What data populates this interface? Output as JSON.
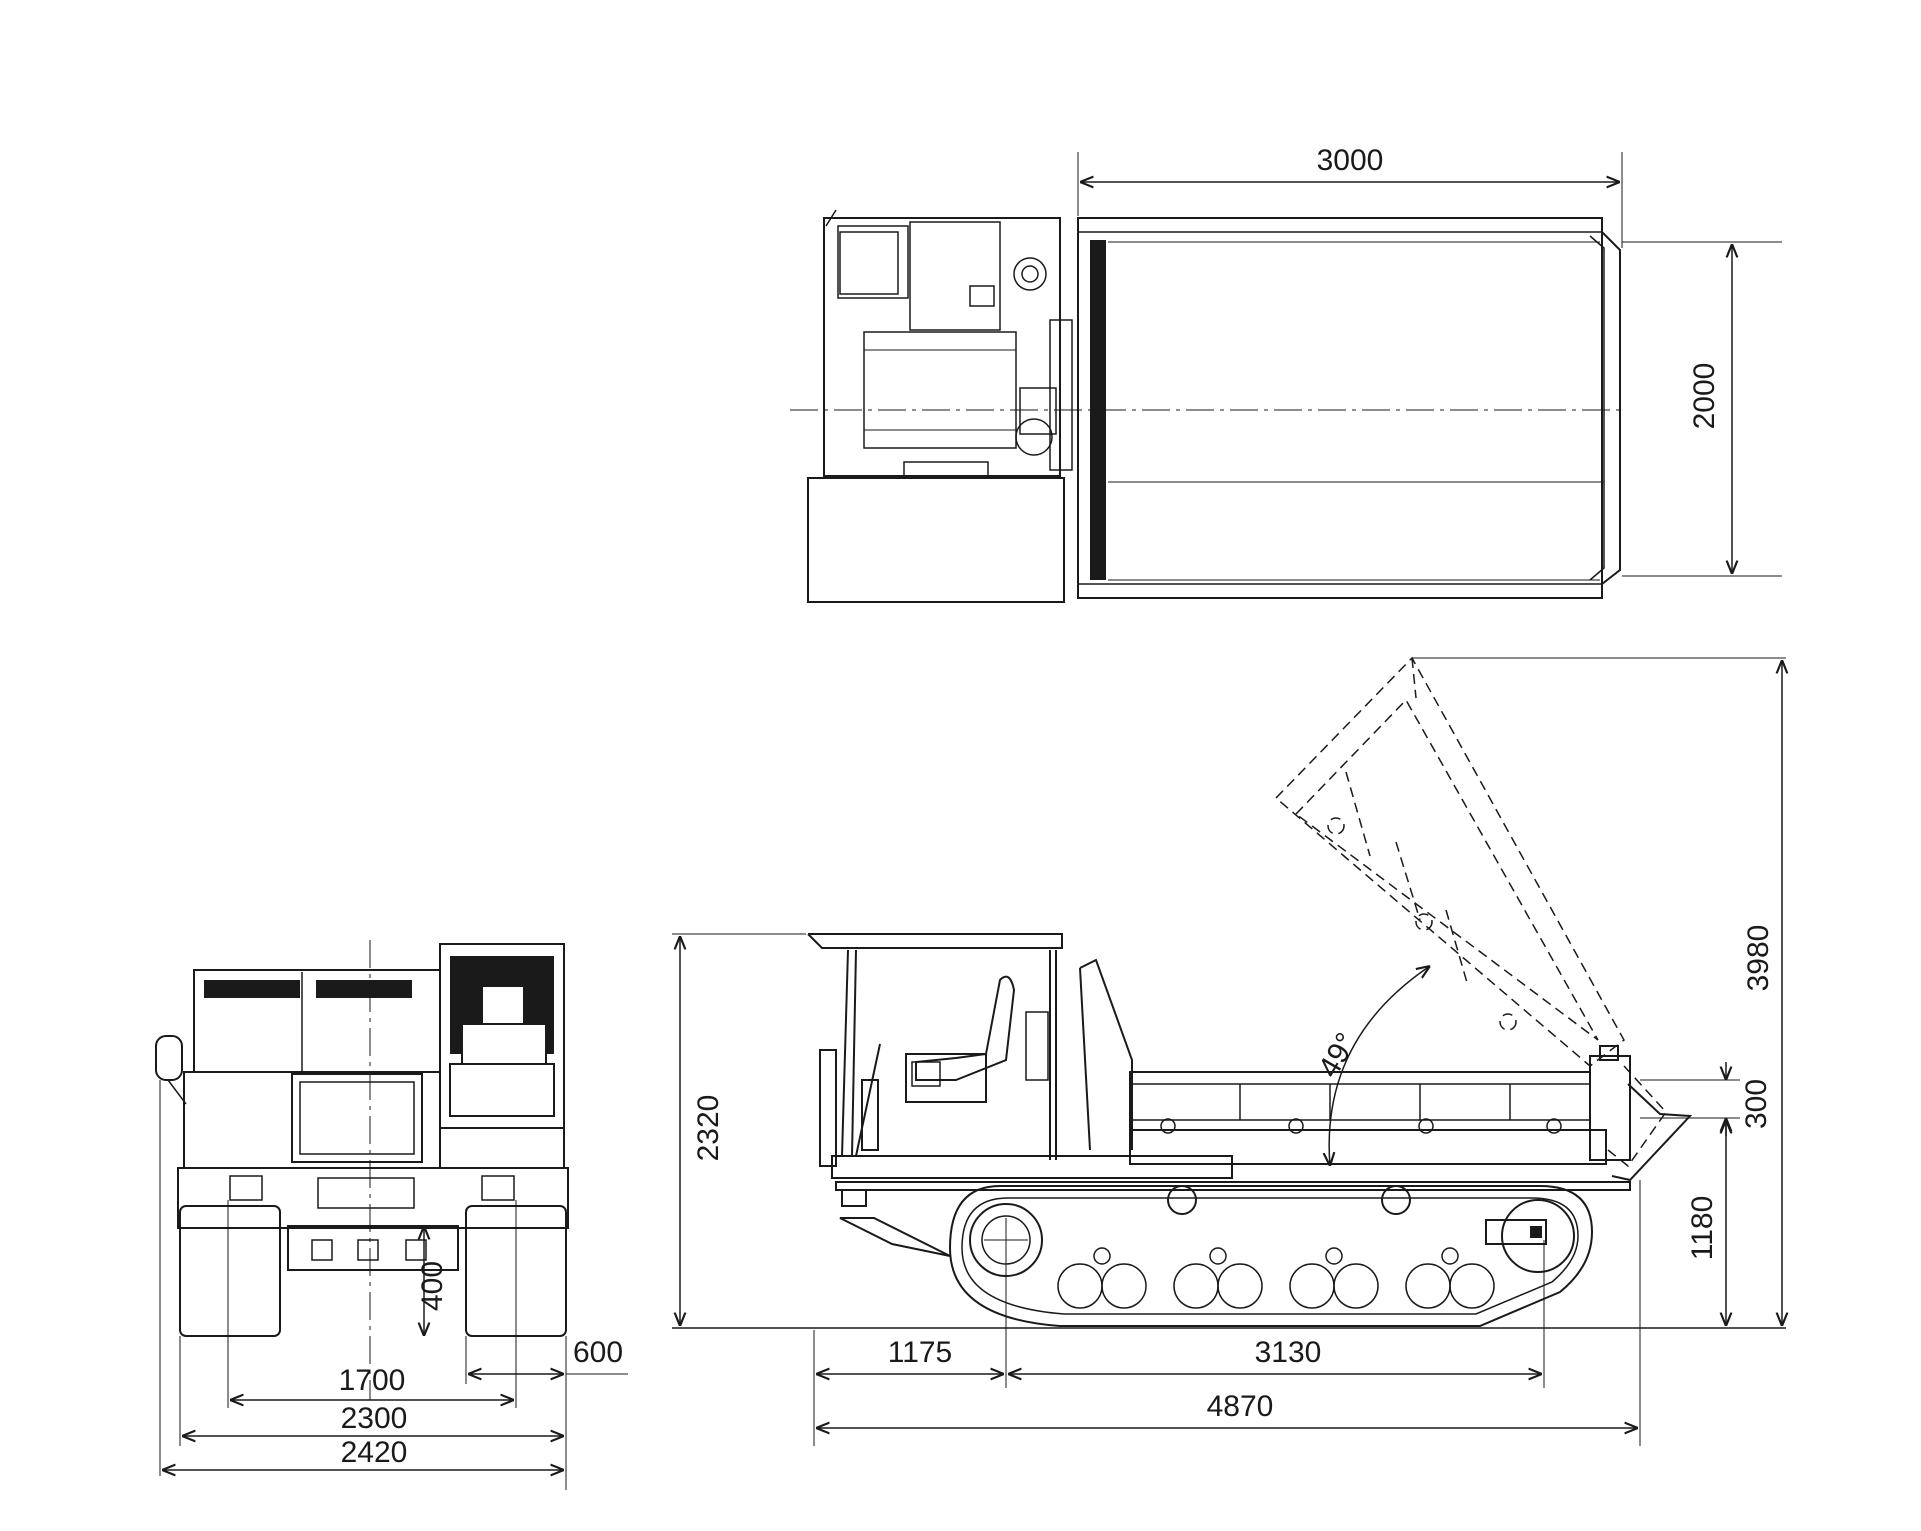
{
  "dimensions": {
    "top_bed_length": "3000",
    "top_bed_width": "2000",
    "side_overall_height": "3980",
    "side_cab_height": "2320",
    "side_tailgate_offset": "300",
    "side_bed_height": "1180",
    "side_front_overhang": "1175",
    "side_track_length": "3130",
    "side_overall_length": "4870",
    "front_ground_clearance": "400",
    "front_track_width": "600",
    "front_track_gauge": "1700",
    "front_track_overall": "2300",
    "front_overall_width": "2420",
    "dump_angle": "49°"
  }
}
